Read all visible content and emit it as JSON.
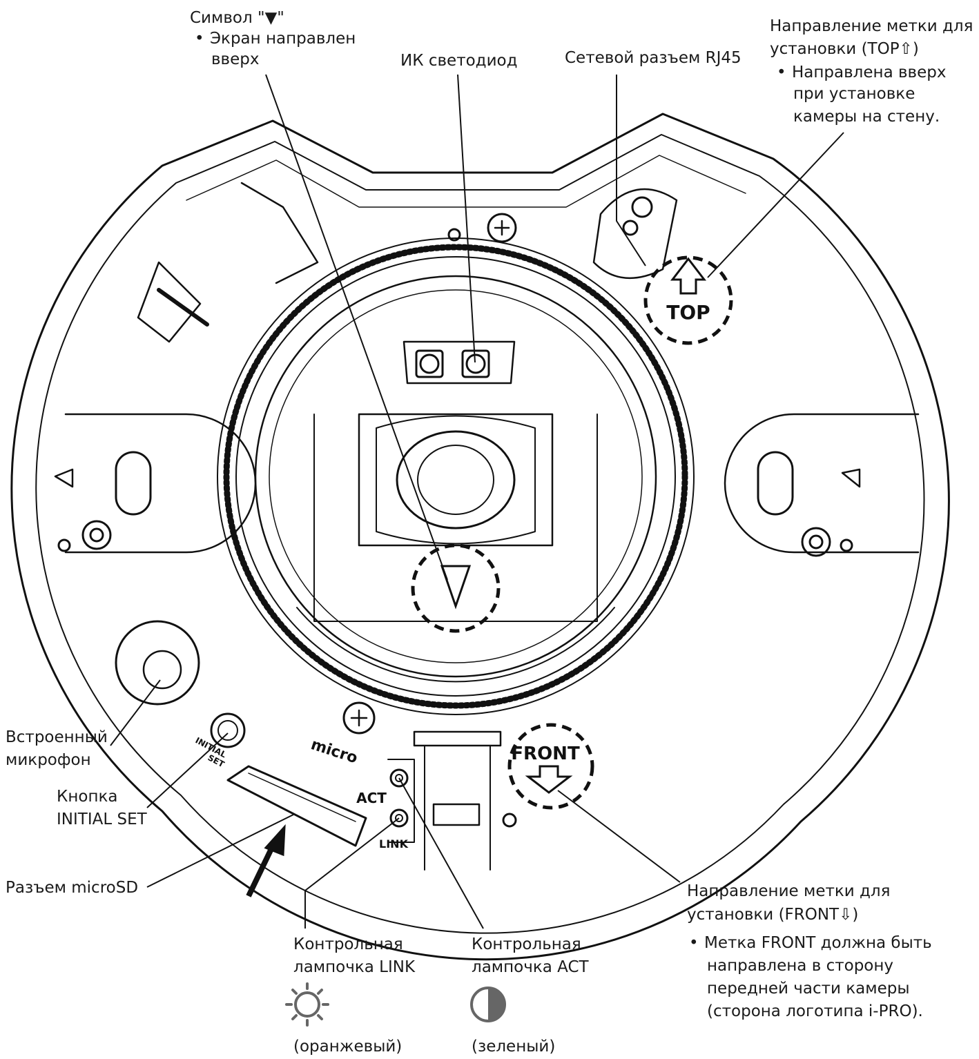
{
  "labels": {
    "symbol": "Символ \"▼\"",
    "symbol_note_1": "Экран направлен",
    "symbol_note_2": "вверх",
    "ir_led": "ИК светодиод",
    "rj45": "Сетевой разъем RJ45",
    "top_dir_1": "Направление метки для",
    "top_dir_2": "установки (TOP⇧)",
    "top_note_1": "Направлена вверх",
    "top_note_2": "при установке",
    "top_note_3": "камеры на стену.",
    "mic_1": "Встроенный",
    "mic_2": "микрофон",
    "initset_1": "Кнопка",
    "initset_2": "INITIAL SET",
    "microsd": "Разъем microSD",
    "front_dir_1": "Направление метки для",
    "front_dir_2": "установки (FRONT⇩)",
    "front_note_1": "Метка FRONT должна быть",
    "front_note_2": "направлена в сторону",
    "front_note_3": "передней части камеры",
    "front_note_4": "(сторона логотипа i-PRO).",
    "link_1": "Контрольная",
    "link_2": "лампочка LINK",
    "link_color": "(оранжевый)",
    "act_1": "Контрольная",
    "act_2": "лампочка ACT",
    "act_color": "(зеленый)",
    "bullet": "•"
  },
  "device_marks": {
    "top": "TOP",
    "front": "FRONT",
    "act": "ACT",
    "link": "LINK",
    "micro": "micro",
    "initial": "INITIAL",
    "set": "SET"
  },
  "icons": {
    "link_led_icon": "sun-blinking-icon",
    "act_led_icon": "half-circle-icon"
  }
}
